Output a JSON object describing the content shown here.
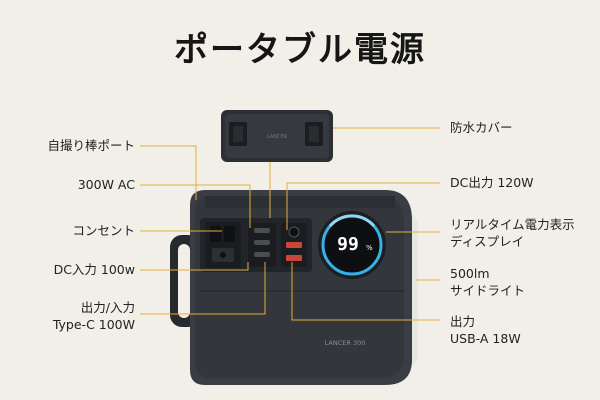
{
  "title": "ポータブル電源",
  "labels_left": {
    "selfie_port": "自撮り棒ポート",
    "ac_300w": "300W AC",
    "outlet": "コンセント",
    "dc_in": "DC入力 100w",
    "typec_line1": "出力/入力",
    "typec_line2": "Type-C 100W"
  },
  "labels_right": {
    "cover": "防水カバー",
    "dc_out": "DC出力 120W",
    "display_line1": "リアルタイム電力表示",
    "display_line2": "ディスプレイ",
    "sidelight_line1": "500lm",
    "sidelight_line2": "サイドライト",
    "usba_line1": "出力",
    "usba_line2": "USB-A 18W"
  },
  "device": {
    "display_value": "99",
    "display_unit": "%",
    "brand": "LANCER 300"
  },
  "colors": {
    "leader_line": "#e3ae3c",
    "body": "#2f3338",
    "display_ring": "#36b3e6"
  }
}
